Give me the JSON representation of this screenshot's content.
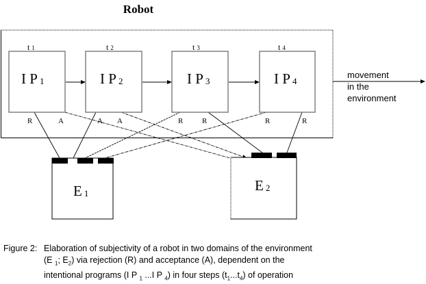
{
  "title": "Robot",
  "programs": [
    {
      "label": "I P",
      "index": "1",
      "step": "t",
      "step_index": "1",
      "left_label": "R",
      "right_label": "A"
    },
    {
      "label": "I P",
      "index": "2",
      "step": "t",
      "step_index": "2",
      "left_label": "A",
      "right_label": "A"
    },
    {
      "label": "I P",
      "index": "3",
      "step": "t",
      "step_index": "3",
      "left_label": "R",
      "right_label": "R"
    },
    {
      "label": "I P",
      "index": "4",
      "step": "t",
      "step_index": "4",
      "left_label": "R",
      "right_label": "R"
    }
  ],
  "environments": [
    {
      "label": "E",
      "index": "1"
    },
    {
      "label": "E",
      "index": "2"
    }
  ],
  "output": {
    "lines": [
      "movement",
      "in the",
      "environment"
    ]
  },
  "caption": {
    "label": "Figure 2:",
    "line1": "Elaboration of subjectivity of a robot in two domains of the environment",
    "line2_a": "(E ",
    "line2_b": "1",
    "line2_c": "; E",
    "line2_d": "2",
    "line2_e": ") via rejection (R) and acceptance (A), dependent on the",
    "line3_a": "intentional programs (I P ",
    "line3_b": "1",
    "line3_c": " ...I P ",
    "line3_d": "4",
    "line3_e": ") in four steps (t",
    "line3_f": "1",
    "line3_g": "...t",
    "line3_h": "4",
    "line3_i": ") of operation"
  },
  "colors": {
    "line": "#000000",
    "box_border": "#808080",
    "background": "#ffffff"
  }
}
